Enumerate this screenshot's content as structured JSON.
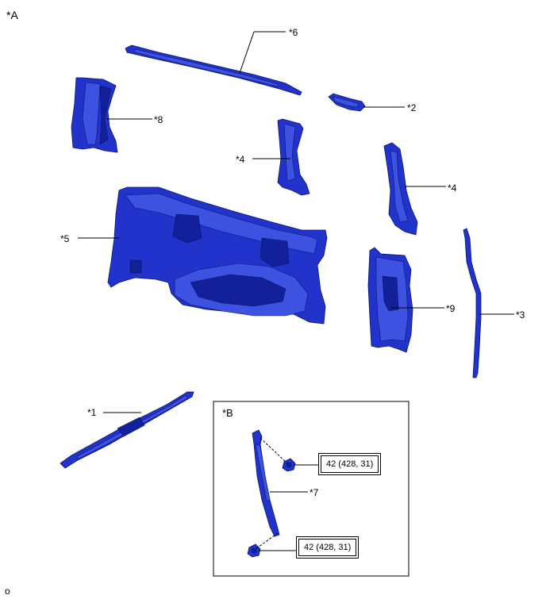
{
  "view_labels": {
    "view_a": "*A",
    "view_b": "*B"
  },
  "callouts": {
    "c1": "*1",
    "c2": "*2",
    "c3": "*3",
    "c4a": "*4",
    "c4b": "*4",
    "c5": "*5",
    "c6": "*6",
    "c7": "*7",
    "c8": "*8",
    "c9": "*9"
  },
  "torque": {
    "upper": "42 (428, 31)",
    "lower": "42 (428, 31)"
  },
  "footer": {
    "code": "o"
  },
  "colors": {
    "part_blue": "#2233cc",
    "outline": "#0a1570"
  }
}
